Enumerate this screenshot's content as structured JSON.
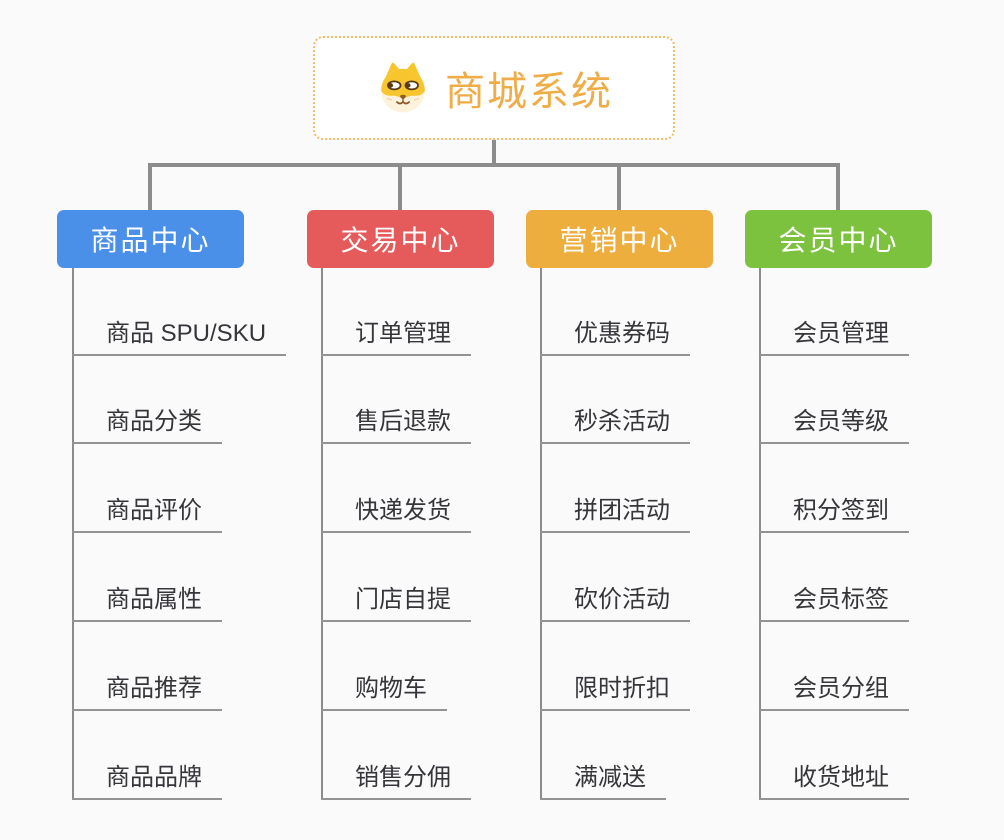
{
  "root": {
    "title": "商城系统",
    "icon": "dog-face-icon"
  },
  "branches": [
    {
      "label": "商品中心",
      "color": "#4A8FE8",
      "children": [
        "商品 SPU/SKU",
        "商品分类",
        "商品评价",
        "商品属性",
        "商品推荐",
        "商品品牌"
      ]
    },
    {
      "label": "交易中心",
      "color": "#E55A5A",
      "children": [
        "订单管理",
        "售后退款",
        "快递发货",
        "门店自提",
        "购物车",
        "销售分佣"
      ]
    },
    {
      "label": "营销中心",
      "color": "#EDAE3D",
      "children": [
        "优惠券码",
        "秒杀活动",
        "拼团活动",
        "砍价活动",
        "限时折扣",
        "满减送"
      ]
    },
    {
      "label": "会员中心",
      "color": "#7CC23F",
      "children": [
        "会员管理",
        "会员等级",
        "积分签到",
        "会员标签",
        "会员分组",
        "收货地址"
      ]
    }
  ],
  "colors": {
    "background": "#FAFAFA",
    "connector": "#8C8C8C",
    "leaf_underline": "#939393",
    "leaf_text": "#35353A",
    "root_text": "#F0AC47",
    "root_border": "#F3BC66"
  }
}
